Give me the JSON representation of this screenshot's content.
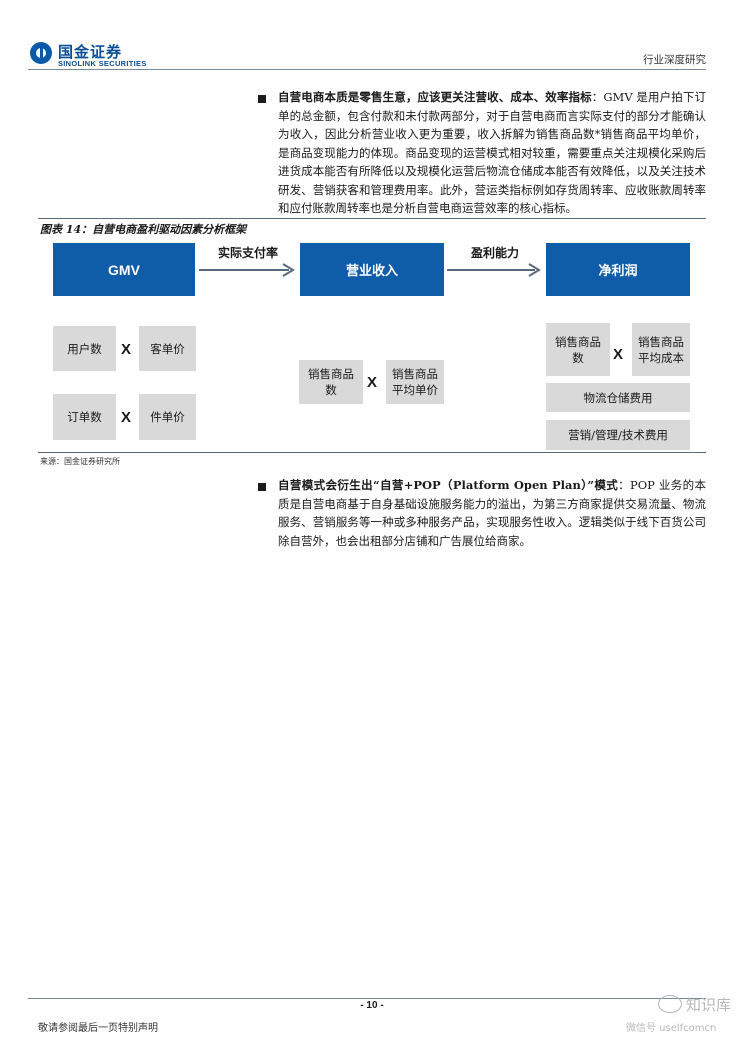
{
  "header": {
    "logo_cn": "国金证券",
    "logo_en": "SINOLINK SECURITIES",
    "report_type": "行业深度研究"
  },
  "para1": {
    "bold": "自营电商本质是零售生意，应该更关注营收、成本、效率指标",
    "text": "：GMV 是用户拍下订单的总金额，包含付款和未付款两部分，对于自营电商而言实际支付的部分才能确认为收入，因此分析营业收入更为重要，收入拆解为销售商品数*销售商品平均单价，是商品变现能力的体现。商品变现的运营模式相对较重，需要重点关注规模化采购后进货成本能否有所降低以及规模化运营后物流仓储成本能否有效降低，以及关注技术研发、营销获客和管理费用率。此外，营运类指标例如存货周转率、应收账款周转率和应付账款周转率也是分析自营电商运营效率的核心指标。"
  },
  "figure": {
    "title": "图表 14：自营电商盈利驱动因素分析框架",
    "source": "来源：国金证券研究所",
    "flow": {
      "box1": "GMV",
      "arrow1": "实际支付率",
      "box2": "营业收入",
      "arrow2": "盈利能力",
      "box3": "净利润"
    },
    "multiply": "X",
    "left": {
      "r1a": "用户数",
      "r1b": "客单价",
      "r2a": "订单数",
      "r2b": "件单价"
    },
    "mid": {
      "a": "销售商品数",
      "b": "销售商品平均单价"
    },
    "right": {
      "a": "销售商品数",
      "b": "销售商品平均成本",
      "c": "物流仓储费用",
      "d": "营销/管理/技术费用"
    }
  },
  "para2": {
    "bold": "自营模式会衍生出“自营+POP（Platform Open Plan）”模式",
    "text": "：POP 业务的本质是自营电商基于自身基础设施服务能力的溢出，为第三方商家提供交易流量、物流服务、营销服务等一种或多种服务产品，实现服务性收入。逻辑类似于线下百货公司除自营外，也会出租部分店铺和广告展位给商家。"
  },
  "footer": {
    "page": "- 10 -",
    "note": "敬请参阅最后一页特别声明",
    "watermark_name": "知识库",
    "watermark_id": "微信号 uselfcomcn"
  },
  "colors": {
    "accent_blue": "#0f5ca8",
    "grey_box": "#d9d9d9"
  }
}
